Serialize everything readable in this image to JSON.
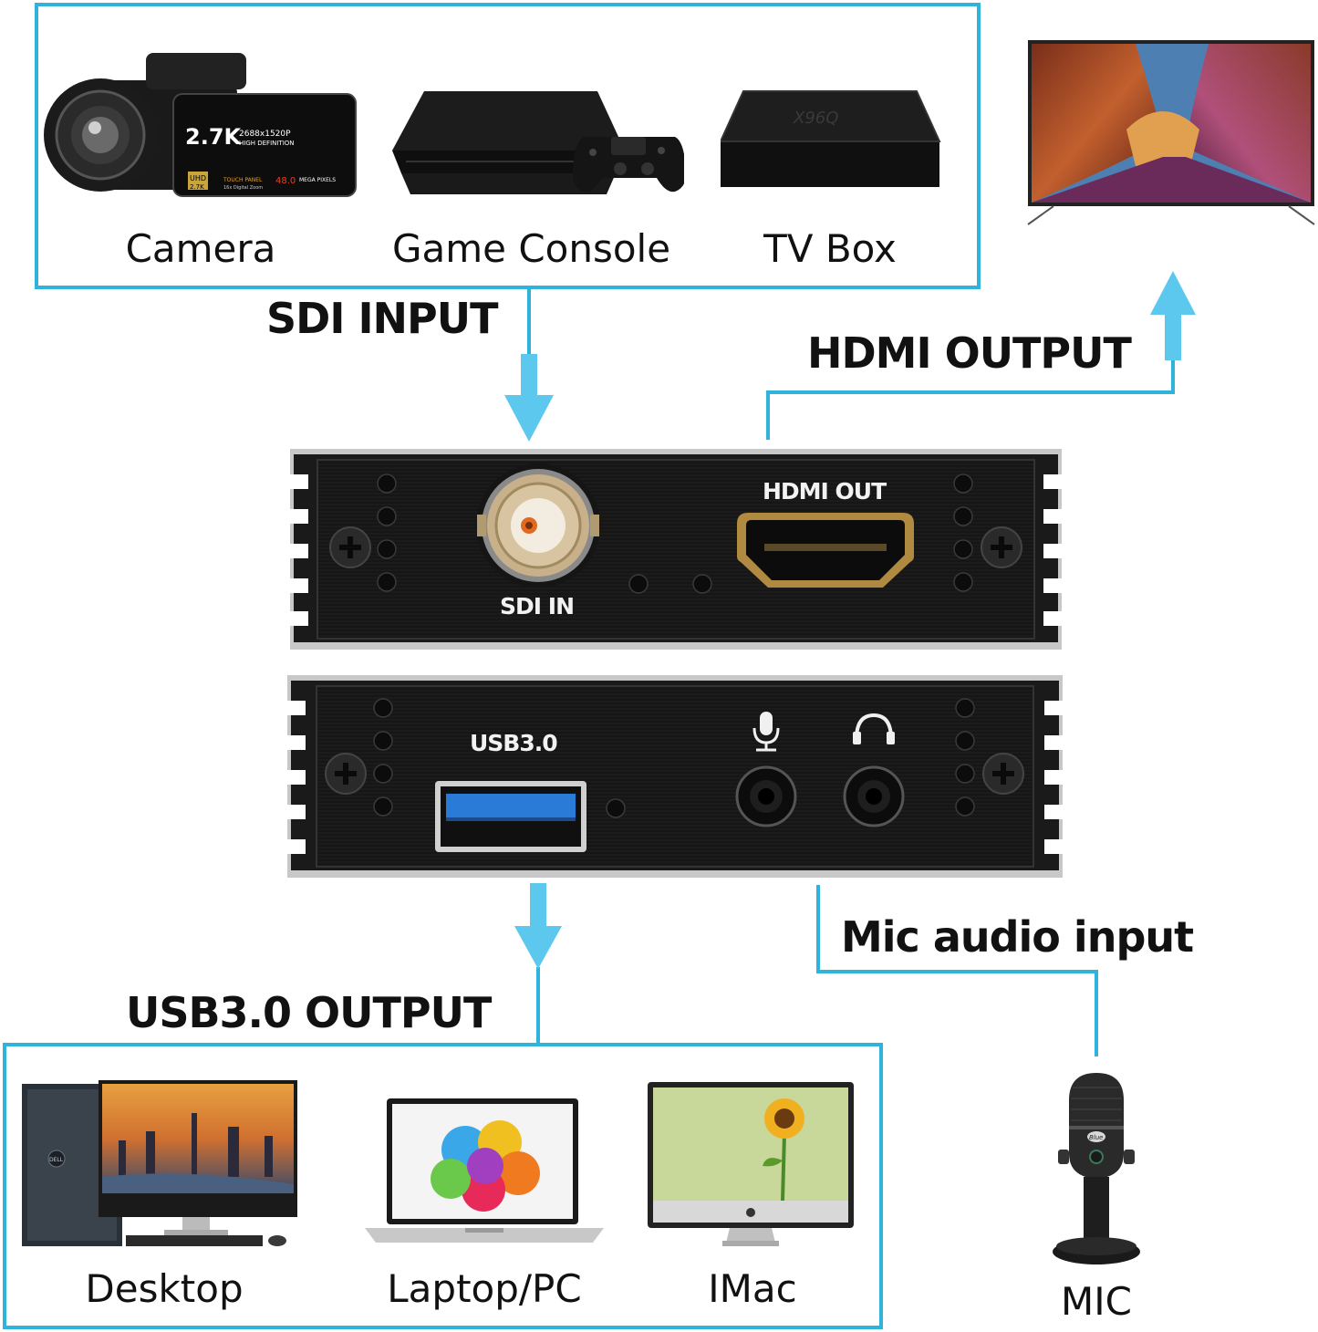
{
  "sources": {
    "camera_label": "Camera",
    "console_label": "Game Console",
    "tvbox_label": "TV Box",
    "camera_screen_main": "2.7K",
    "camera_screen_sub": "2688x1520P",
    "camera_screen_sub2": "HIGH DEFINITION",
    "camera_badge_uhd": "UHD",
    "camera_badge_27k": "2.7K",
    "camera_badge_touch": "TOUCH PANEL",
    "camera_badge_zoom": "16x Digital Zoom",
    "camera_badge_mp": "48.0",
    "camera_badge_mega": "MEGA PIXELS",
    "tvbox_brand": "X96Q"
  },
  "flow": {
    "sdi_input": "SDI INPUT",
    "hdmi_output": "HDMI OUTPUT",
    "usb_output": "USB3.0  OUTPUT",
    "mic_input": "Mic audio input"
  },
  "device": {
    "sdi_in": "SDI IN",
    "hdmi_out": "HDMI OUT",
    "usb30": "USB3.0"
  },
  "outputs": {
    "desktop_label": "Desktop",
    "laptop_label": "Laptop/PC",
    "imac_label": "IMac",
    "mic_label": "MIC",
    "desktop_brand": "DELL",
    "mic_brand": "Blue"
  },
  "colors": {
    "accent": "#2fb3dd",
    "arrow": "#5cc8ee",
    "panel": "#151515",
    "frame": "#b8b8b8"
  }
}
